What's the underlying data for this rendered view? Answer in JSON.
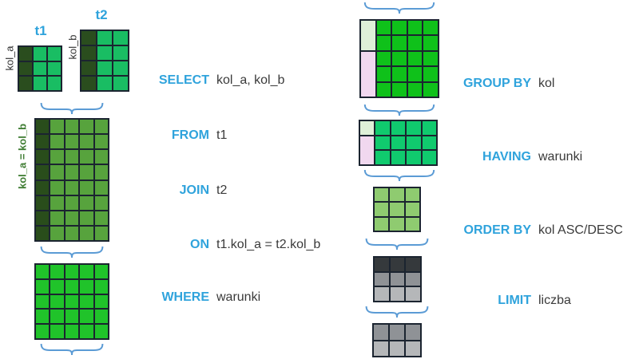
{
  "colors": {
    "keyword_blue": "#2fa3dc",
    "value_dark": "#3a3a3a",
    "brace_blue": "#5b9bd5",
    "grid_line": "#1b2430",
    "label_green": "#3f7d33"
  },
  "tables": {
    "t1": {
      "title": "t1",
      "col_label": "kol_a"
    },
    "t2": {
      "title": "t2",
      "col_label": "kol_b"
    },
    "join_label": "kol_a = kol_b"
  },
  "sql_left": [
    {
      "keyword": "SELECT",
      "value": "kol_a, kol_b"
    },
    {
      "keyword": "FROM",
      "value": "t1"
    },
    {
      "keyword": "JOIN",
      "value": "t2"
    },
    {
      "keyword": "ON",
      "value": "t1.kol_a = t2.kol_b"
    },
    {
      "keyword": "WHERE",
      "value": "warunki"
    }
  ],
  "sql_right": [
    {
      "keyword": "GROUP BY",
      "value": "kol"
    },
    {
      "keyword": "HAVING",
      "value": "warunki"
    },
    {
      "keyword": "ORDER BY",
      "value": "kol ASC/DESC"
    },
    {
      "keyword": "LIMIT",
      "value": "liczba"
    }
  ],
  "grids": {
    "t1": {
      "cols": 3,
      "rows": 3,
      "fill": "#19bd63",
      "col0": "#2a4d1e"
    },
    "t2": {
      "cols": 3,
      "rows": 4,
      "fill": "#19bd63",
      "col0": "#2a4d1e"
    },
    "join": {
      "cols": 5,
      "rows": 8,
      "fill": "#57a33d",
      "col0": "#294d1b"
    },
    "where": {
      "cols": 5,
      "rows": 5,
      "fill": "#20c32a"
    },
    "group_by": {
      "cols": 5,
      "rows": 5,
      "fill": "#0fc11a",
      "merges": [
        {
          "r": 0,
          "c": 0,
          "rs": 2,
          "color": "#def0d8"
        },
        {
          "r": 2,
          "c": 0,
          "rs": 3,
          "color": "#f1d8ef"
        }
      ]
    },
    "having": {
      "cols": 5,
      "rows": 3,
      "fill": "#10ca6e",
      "merges": [
        {
          "r": 0,
          "c": 0,
          "color": "#def0d8"
        },
        {
          "r": 1,
          "c": 0,
          "rs": 2,
          "color": "#f1d8ef"
        }
      ]
    },
    "order_by": {
      "cols": 3,
      "rows": 3,
      "fill": "#8fcb70"
    },
    "limit_top": {
      "cols": 3,
      "rows": 3,
      "cells_by_row": [
        "#35393c",
        "#8f9296",
        "#b5b7b9"
      ]
    },
    "limit_bottom": {
      "cols": 3,
      "rows": 2,
      "cells_by_row": [
        "#8f9296",
        "#b5b7b9"
      ]
    }
  }
}
